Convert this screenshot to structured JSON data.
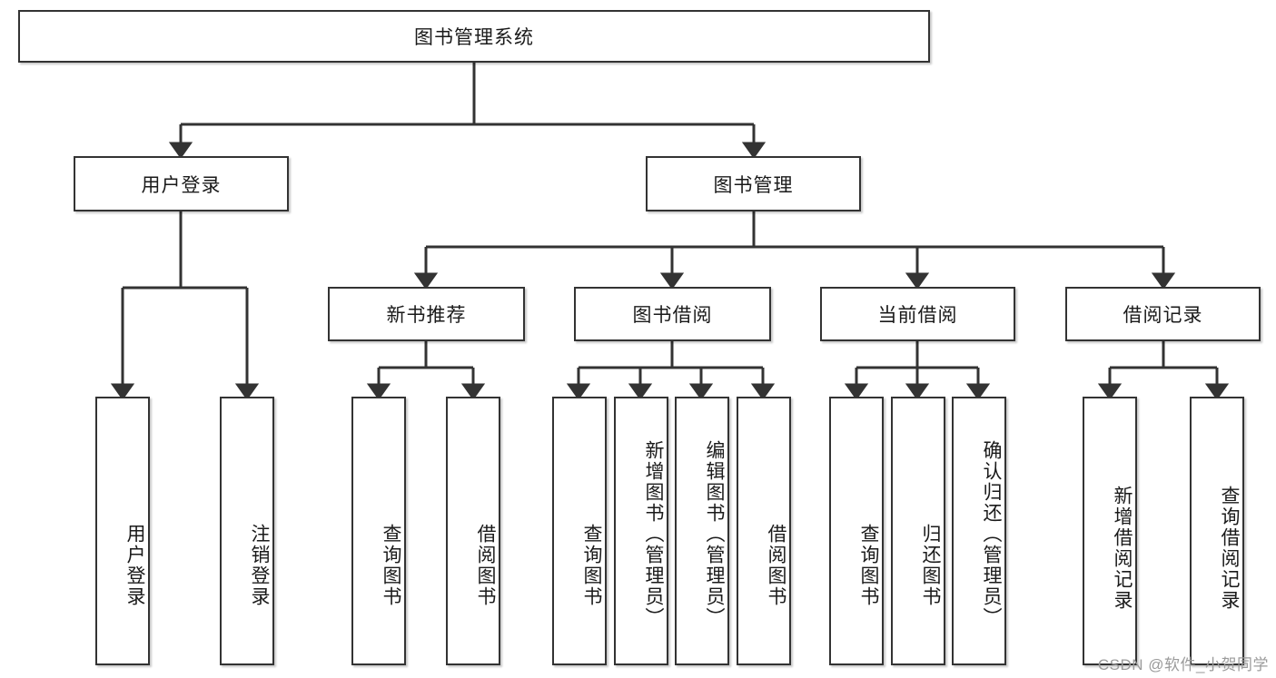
{
  "diagram": {
    "type": "tree-hierarchy-flowchart",
    "title": "图书管理系统",
    "orientation": "top-down",
    "line_color": "#333333",
    "box_fill": "#ffffff",
    "text_color": "#1a1a1a",
    "levels": 4
  },
  "nodes": {
    "root": {
      "label": "图书管理系统",
      "orientation": "horizontal"
    },
    "level1": [
      {
        "id": "user-login",
        "label": "用户登录",
        "orientation": "horizontal"
      },
      {
        "id": "book-management",
        "label": "图书管理",
        "orientation": "horizontal"
      }
    ],
    "level2": [
      {
        "id": "new-book-recommend",
        "label": "新书推荐",
        "orientation": "horizontal"
      },
      {
        "id": "book-borrow",
        "label": "图书借阅",
        "orientation": "horizontal"
      },
      {
        "id": "current-borrow",
        "label": "当前借阅",
        "orientation": "horizontal"
      },
      {
        "id": "borrow-record",
        "label": "借阅记录",
        "orientation": "horizontal"
      }
    ],
    "leaves": [
      {
        "id": "leaf-user-login",
        "label": "用户登录",
        "parent": "user-login",
        "orientation": "vertical"
      },
      {
        "id": "leaf-logout-login",
        "label": "注销登录",
        "parent": "user-login",
        "orientation": "vertical"
      },
      {
        "id": "leaf-query-book-1",
        "label": "查询图书",
        "parent": "new-book-recommend",
        "orientation": "vertical"
      },
      {
        "id": "leaf-borrow-book-1",
        "label": "借阅图书",
        "parent": "new-book-recommend",
        "orientation": "vertical"
      },
      {
        "id": "leaf-query-book-2",
        "label": "查询图书",
        "parent": "book-borrow",
        "orientation": "vertical"
      },
      {
        "id": "leaf-add-book-admin",
        "label": "新增图书（管理员）",
        "parent": "book-borrow",
        "orientation": "vertical"
      },
      {
        "id": "leaf-edit-book-admin",
        "label": "编辑图书（管理员）",
        "parent": "book-borrow",
        "orientation": "vertical"
      },
      {
        "id": "leaf-borrow-book-2",
        "label": "借阅图书",
        "parent": "book-borrow",
        "orientation": "vertical"
      },
      {
        "id": "leaf-query-book-3",
        "label": "查询图书",
        "parent": "current-borrow",
        "orientation": "vertical"
      },
      {
        "id": "leaf-return-book",
        "label": "归还图书",
        "parent": "current-borrow",
        "orientation": "vertical"
      },
      {
        "id": "leaf-confirm-return-admin",
        "label": "确认归还（管理员）",
        "parent": "current-borrow",
        "orientation": "vertical"
      },
      {
        "id": "leaf-add-borrow-record",
        "label": "新增借阅记录",
        "parent": "borrow-record",
        "orientation": "vertical"
      },
      {
        "id": "leaf-query-borrow-record",
        "label": "查询借阅记录",
        "parent": "borrow-record",
        "orientation": "vertical"
      }
    ]
  },
  "watermark": {
    "text": "CSDN @软件_小贺同学"
  }
}
